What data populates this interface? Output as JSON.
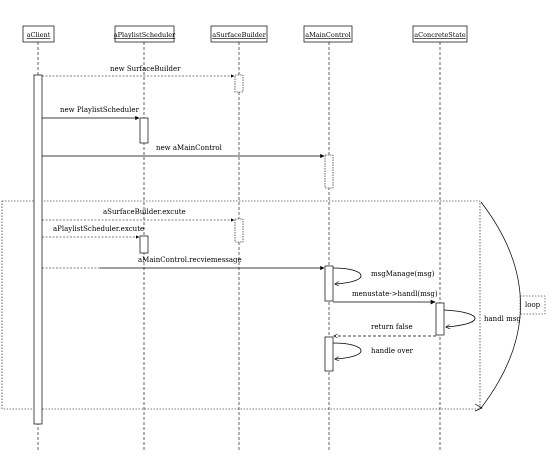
{
  "lifelines": [
    {
      "id": "client",
      "label": "aClient"
    },
    {
      "id": "scheduler",
      "label": "aPlaylistScheduler"
    },
    {
      "id": "builder",
      "label": "aSurfaceBuilder"
    },
    {
      "id": "control",
      "label": "aMainControl"
    },
    {
      "id": "state",
      "label": "aConcreteState"
    }
  ],
  "messages": {
    "new_surface_builder": "new SurfaceBuilder",
    "new_playlist_scheduler": "new PlaylistScheduler",
    "new_main_control": "new aMainControl",
    "surface_builder_execute": "aSurfaceBuilder.excute",
    "playlist_scheduler_execute": "aPlaylistScheduler.excute",
    "main_control_receive": "aMainControl.recviemessage",
    "msg_manage": "msgManage(msg)",
    "menustate_handl": "menustate->handl(msg)",
    "handl_msg": "handl msg",
    "return_false": "return false",
    "handle_over": "handle over"
  },
  "loop": {
    "label": "loop"
  }
}
